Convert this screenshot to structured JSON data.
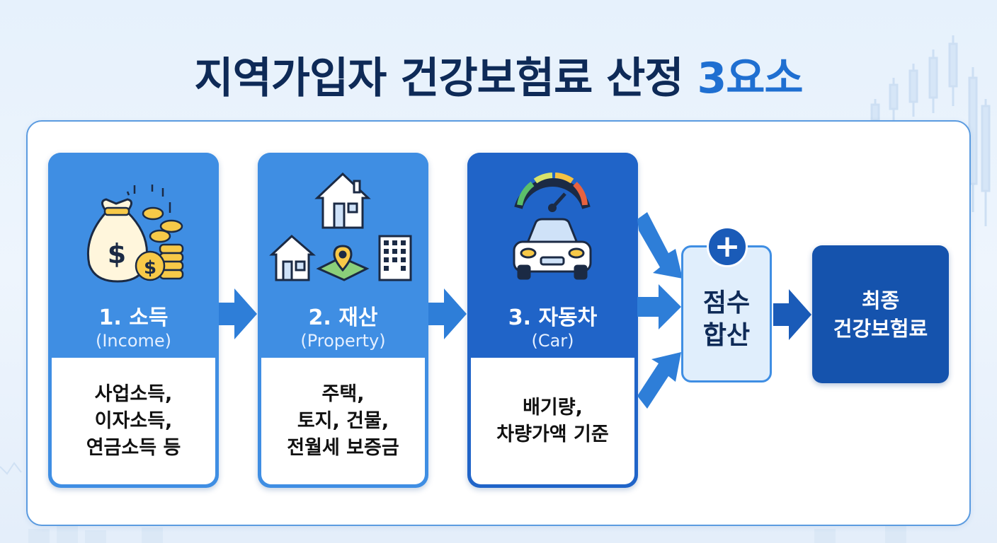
{
  "title": {
    "main": "지역가입자 건강보험료 산정",
    "highlight": "3요소"
  },
  "cards": [
    {
      "label": "1. 소득",
      "sub": "(Income)",
      "desc": "사업소득,\n이자소득,\n연금소득 등"
    },
    {
      "label": "2. 재산",
      "sub": "(Property)",
      "desc": "주택,\n토지, 건물,\n전월세 보증금"
    },
    {
      "label": "3. 자동차",
      "sub": "(Car)",
      "desc": "배기량,\n차량가액 기준"
    }
  ],
  "sum": {
    "symbol": "+",
    "text": "점수\n합산"
  },
  "final": {
    "text": "최종\n건강보험료"
  },
  "icons": [
    "money-bag-icon",
    "coins-icon",
    "house-icon",
    "location-pin-icon",
    "building-icon",
    "speedometer-icon",
    "car-icon",
    "arrow-right-icon"
  ],
  "colors": {
    "title": "#0e2a57",
    "highlight": "#1f6fd1",
    "card_light": "#3f8ee3",
    "card_dark": "#2064c8",
    "final": "#1553ad"
  }
}
